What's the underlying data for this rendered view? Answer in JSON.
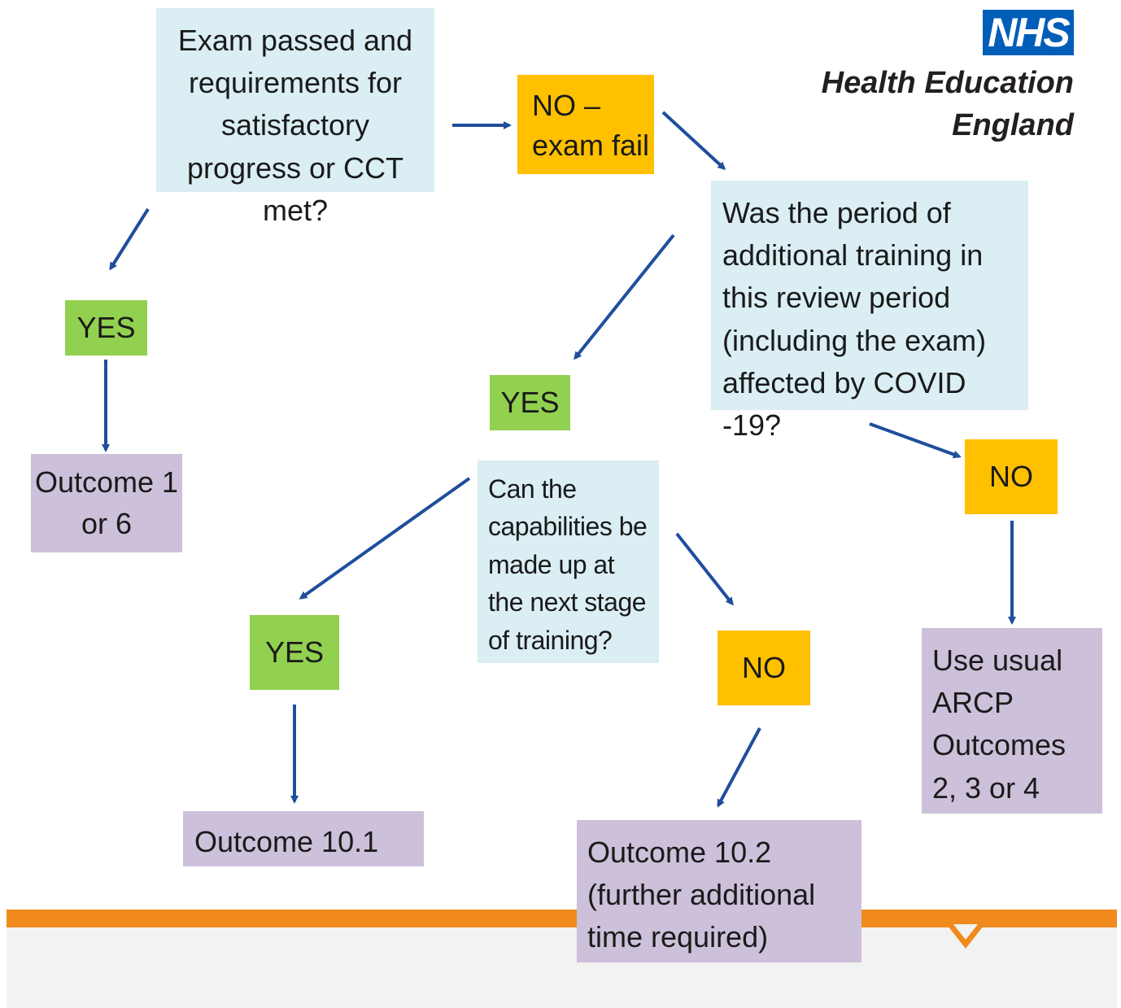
{
  "logo": {
    "nhs": "NHS",
    "org": "Health Education England"
  },
  "nodes": {
    "q1": "Exam passed and requirements for satisfactory progress or CCT met?",
    "no_exam_fail": "NO – exam fail",
    "q2": "Was the period of additional training in this review period (including the exam) affected by COVID -19?",
    "yes_left": "YES",
    "outcome_1_6": "Outcome 1 or 6",
    "yes_mid": "YES",
    "q3": "Can the capabilities be made up at the next stage of training?",
    "no_right": "NO",
    "yes_low": "YES",
    "no_mid": "NO",
    "outcome_10_1": "Outcome 10.1",
    "outcome_10_2": "Outcome 10.2 (further additional time required)",
    "usual_arcp": "Use usual ARCP Outcomes 2, 3 or 4"
  },
  "colors": {
    "question": "#daeef3",
    "yes": "#92d050",
    "no": "#ffc000",
    "outcome": "#ccc0da",
    "arrow": "#1f4e9c",
    "footer": "#f08a1c",
    "nhs_blue": "#005eb8"
  }
}
